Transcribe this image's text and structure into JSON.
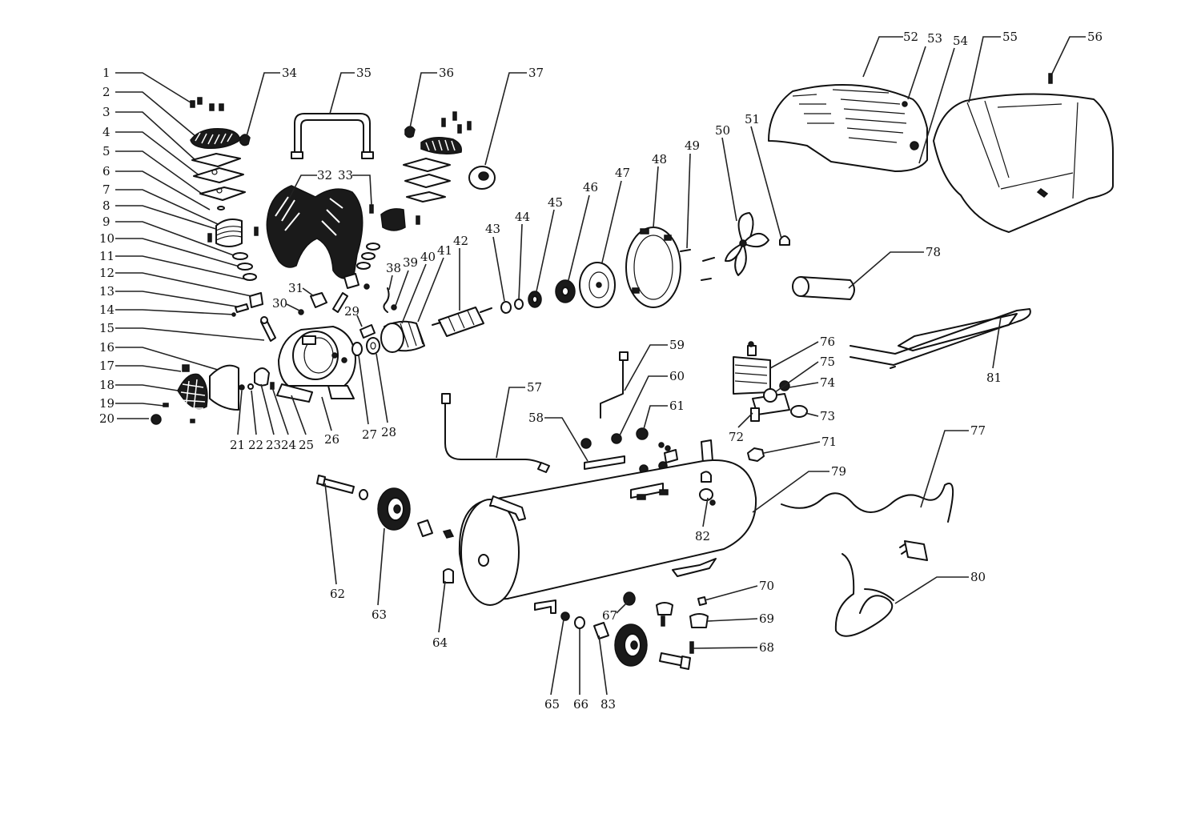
{
  "diagram": {
    "labels": [
      "1",
      "2",
      "3",
      "4",
      "5",
      "6",
      "7",
      "8",
      "9",
      "10",
      "11",
      "12",
      "13",
      "14",
      "15",
      "16",
      "17",
      "18",
      "19",
      "20",
      "21",
      "22",
      "23",
      "24",
      "25",
      "26",
      "27",
      "28",
      "29",
      "30",
      "31",
      "32",
      "33",
      "34",
      "35",
      "36",
      "37",
      "38",
      "39",
      "40",
      "41",
      "42",
      "43",
      "44",
      "45",
      "46",
      "47",
      "48",
      "49",
      "50",
      "51",
      "52",
      "53",
      "54",
      "55",
      "56",
      "57",
      "58",
      "59",
      "60",
      "61",
      "62",
      "63",
      "64",
      "65",
      "66",
      "67",
      "68",
      "69",
      "70",
      "71",
      "72",
      "73",
      "74",
      "75",
      "76",
      "77",
      "78",
      "79",
      "80",
      "81",
      "82",
      "83"
    ]
  }
}
